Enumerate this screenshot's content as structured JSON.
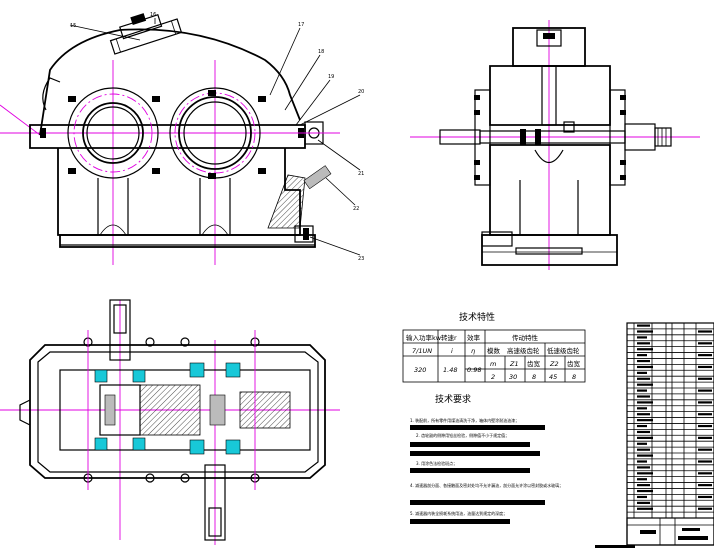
{
  "tech_characteristics": {
    "title": "技术特性",
    "headers": {
      "input_power": "输入功率kw",
      "input_speed": "转速r",
      "efficiency": "效率",
      "transmission_params": "传动特性",
      "module": "模数",
      "high_stage": "高速级齿轮",
      "low_stage": "低速级齿轮",
      "i": "i",
      "eta": "η",
      "m": "m",
      "z1": "Z1",
      "b1": "齿宽",
      "z2": "Z2",
      "b2": "齿宽"
    },
    "values": {
      "power": "7/1UN",
      "speed": "320",
      "ratio": "1.48",
      "eff": "0.98",
      "m_value": "2",
      "z1_value": "30",
      "b1_value": "8",
      "z2_value": "45",
      "b2_value": "8"
    }
  },
  "tech_requirements": {
    "title": "技术要求",
    "items": [
      "1. 装配前，所有零件用煤油清洗干净，箱体内壁涂耐油油漆；",
      "2. 齿轮副的侧隙用铅丝检验，侧隙值不小于规定值；",
      "3. 用涂色法检验斑点；",
      "4. 减速器剖分面、各接触面及密封处均不允许漏油，剖分面允许涂以密封胶或水玻璃；",
      "5. 减速器内装全损耗系统用油，油量达到规定的深度；"
    ]
  },
  "callouts": [
    "15",
    "16",
    "17",
    "18",
    "19",
    "20",
    "21",
    "22",
    "23"
  ],
  "parts_list": {
    "rows": 33
  },
  "colors": {
    "centerline": "#e000e0",
    "cyan_fill": "#18c8d8",
    "line": "#000000"
  }
}
